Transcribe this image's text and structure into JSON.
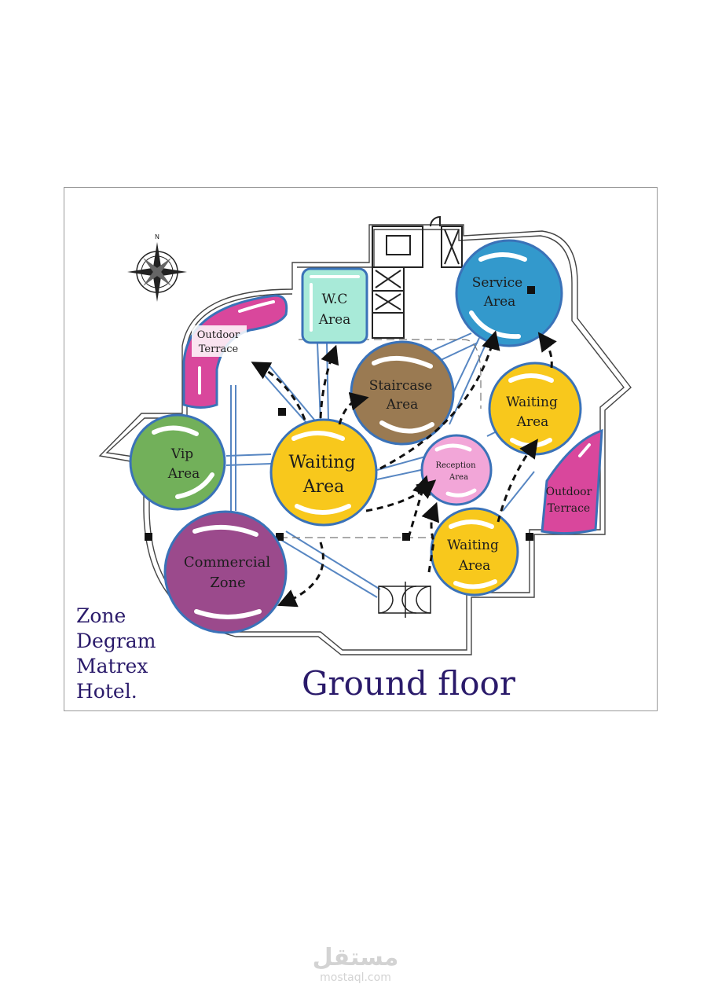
{
  "zones": {
    "service": [
      "Service",
      "Area"
    ],
    "wc": [
      "W.C",
      "Area"
    ],
    "outdoor_left": [
      "Outdoor",
      "Terrace"
    ],
    "staircase": [
      "Staircase",
      "Area"
    ],
    "waiting_right": [
      "Waiting",
      "Area"
    ],
    "vip": [
      "Vip",
      "Area"
    ],
    "waiting_main": [
      "Waiting",
      "Area"
    ],
    "reception": [
      "Reception",
      "Area"
    ],
    "outdoor_right": [
      "Outdoor",
      "Terrace"
    ],
    "commercial": [
      "Commercial",
      "Zone"
    ],
    "waiting_bottom": [
      "Waiting",
      "Area"
    ]
  },
  "legend": [
    "Zone",
    "Degram",
    "Matrex",
    "Hotel."
  ],
  "title": "Ground floor",
  "compass_label": "N",
  "watermark": {
    "arabic": "مستقل",
    "latin": "mostaql.com"
  },
  "colors": {
    "service": "#3399cc",
    "wc": "#a8ead8",
    "outdoor": "#d9479c",
    "staircase": "#9a7a52",
    "waiting": "#f8c81c",
    "vip": "#72b05a",
    "reception": "#f2a6d8",
    "commercial": "#9b4a8c",
    "outline": "#3a72b8",
    "text_accent": "#2a1a6a"
  }
}
